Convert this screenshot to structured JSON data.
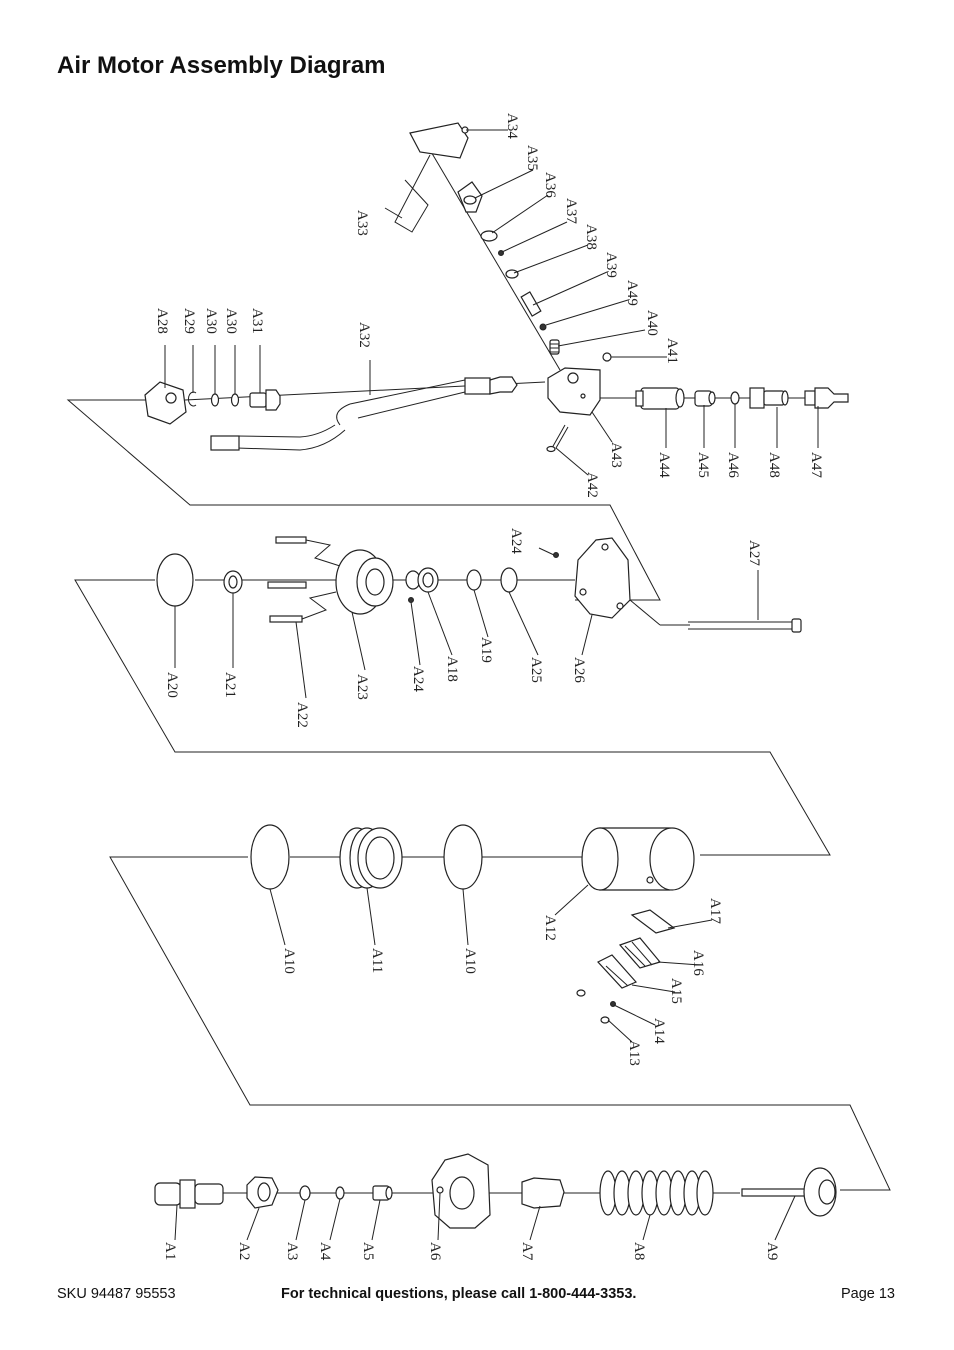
{
  "page_title": "Air Motor Assembly Diagram",
  "footer": {
    "sku": "SKU 94487 95553",
    "tech_support": "For technical questions, please call 1-800-444-3353.",
    "page": "Page 13"
  },
  "part_labels": {
    "A1": "A1",
    "A2": "A2",
    "A3": "A3",
    "A4": "A4",
    "A5": "A5",
    "A6": "A6",
    "A7": "A7",
    "A8": "A8",
    "A9": "A9",
    "A10": "A10",
    "A11": "A11",
    "A12": "A12",
    "A13": "A13",
    "A14": "A14",
    "A15": "A15",
    "A16": "A16",
    "A17": "A17",
    "A18": "A18",
    "A19": "A19",
    "A20": "A20",
    "A21": "A21",
    "A22": "A22",
    "A23": "A23",
    "A24": "A24",
    "A25": "A25",
    "A26": "A26",
    "A27": "A27",
    "A28": "A28",
    "A29": "A29",
    "A30": "A30",
    "A31": "A31",
    "A32": "A32",
    "A33": "A33",
    "A34": "A34",
    "A35": "A35",
    "A36": "A36",
    "A37": "A37",
    "A38": "A38",
    "A39": "A39",
    "A40": "A40",
    "A41": "A41",
    "A42": "A42",
    "A43": "A43",
    "A44": "A44",
    "A45": "A45",
    "A46": "A46",
    "A47": "A47",
    "A48": "A48",
    "A49": "A49"
  }
}
